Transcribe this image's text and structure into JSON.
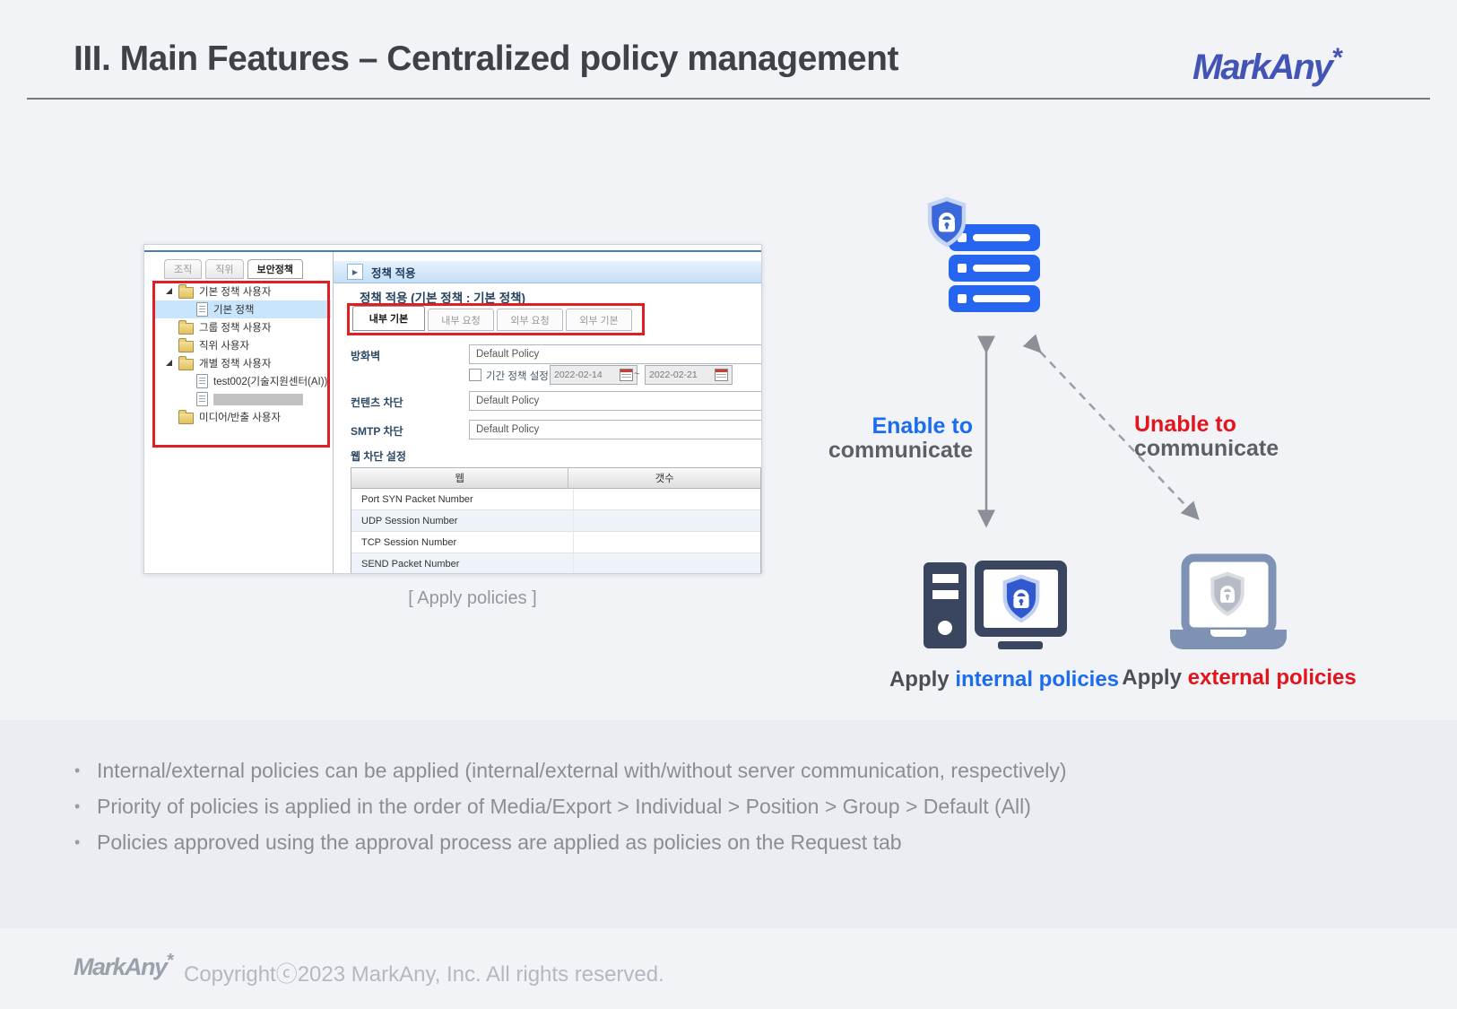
{
  "header": {
    "title": "III. Main Features – Centralized policy management",
    "logo_text": "MarkAny",
    "logo_asterisk": "*"
  },
  "screenshot": {
    "caption": "[ Apply policies ]",
    "left_panel": {
      "tabs": [
        {
          "label": "조직",
          "active": false
        },
        {
          "label": "직위",
          "active": false
        },
        {
          "label": "보안정책",
          "active": true
        }
      ],
      "tree": [
        {
          "icon": "folder",
          "label": "기본 정책 사용자",
          "level": 0,
          "expander": true,
          "selected": false,
          "redacted": false
        },
        {
          "icon": "doc",
          "label": "기본 정책",
          "level": 1,
          "expander": false,
          "selected": true,
          "redacted": false
        },
        {
          "icon": "folder",
          "label": "그룹 정책 사용자",
          "level": 0,
          "expander": false,
          "selected": false,
          "redacted": false
        },
        {
          "icon": "folder",
          "label": "직위 사용자",
          "level": 0,
          "expander": false,
          "selected": false,
          "redacted": false
        },
        {
          "icon": "folder",
          "label": "개별 정책 사용자",
          "level": 0,
          "expander": true,
          "selected": false,
          "redacted": false
        },
        {
          "icon": "doc",
          "label": "test002(기술지원센터(AI))",
          "level": 1,
          "expander": false,
          "selected": false,
          "redacted": false
        },
        {
          "icon": "doc",
          "label": "",
          "level": 1,
          "expander": false,
          "selected": false,
          "redacted": true
        },
        {
          "icon": "folder",
          "label": "미디어/반출 사용자",
          "level": 0,
          "expander": false,
          "selected": false,
          "redacted": false
        }
      ]
    },
    "right_panel": {
      "header_arrow": "▶",
      "header_label": "정책 적용",
      "panel_title": "정책 적용 (기본 정책 : 기본 정책)",
      "tabs": [
        {
          "label": "내부 기본",
          "active": true
        },
        {
          "label": "내부 요청",
          "active": false
        },
        {
          "label": "외부 요청",
          "active": false
        },
        {
          "label": "외부 기본",
          "active": false
        }
      ],
      "fields": [
        {
          "label": "방화벽",
          "value": "Default Policy"
        },
        {
          "label": "컨텐츠 차단",
          "value": "Default Policy"
        },
        {
          "label": "SMTP 차단",
          "value": "Default Policy"
        }
      ],
      "period": {
        "checkbox_label": "기간 정책 설정",
        "date_from": "2022-02-14",
        "separator": "~",
        "date_to": "2022-02-21"
      },
      "web_block": {
        "section_title": "웹 차단 설정",
        "table_headers": [
          "웹",
          "갯수"
        ],
        "rows": [
          "Port SYN Packet Number",
          "UDP Session Number",
          "TCP Session Number",
          "SEND Packet Number"
        ]
      }
    }
  },
  "diagram": {
    "enable_line1": "Enable to",
    "enable_line2": "communicate",
    "unable_line1": "Unable to",
    "unable_line2": "communicate",
    "internal_prefix": "Apply ",
    "internal_highlight": "internal policies",
    "external_prefix": "Apply ",
    "external_highlight": "external policies"
  },
  "bullets": [
    "Internal/external policies can be applied (internal/external with/without server communication, respectively)",
    "Priority of policies is applied in the order of Media/Export > Individual > Position > Group > Default (All)",
    "Policies approved using the approval process are applied as policies on the Request tab"
  ],
  "footer": {
    "logo_text": "MarkAny",
    "logo_asterisk": "*",
    "copyright": "Copyrightⓒ2023 MarkAny, Inc. All rights reserved."
  },
  "colors": {
    "accent_blue": "#1b6cf0",
    "alert_red": "#e3151c",
    "annotation_red": "#e21e25",
    "server_blue": "#2565ef",
    "device_navy": "#3a4660",
    "laptop_gray_blue": "#7e92b3",
    "band_gray": "#ecedf2"
  }
}
